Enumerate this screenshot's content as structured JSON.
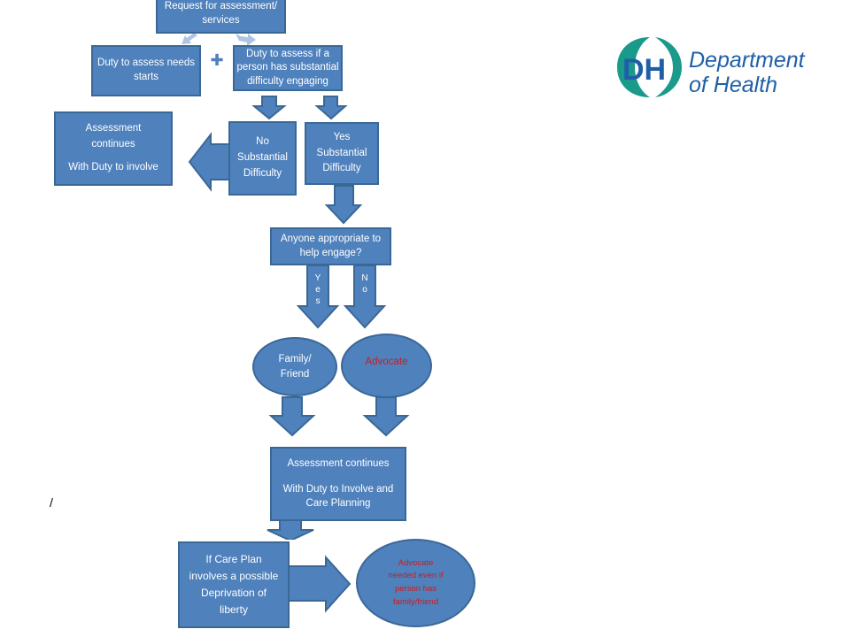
{
  "logo": {
    "initials": "DH",
    "line1": "Department",
    "line2": "of Health",
    "colors": {
      "teal": "#1a9a8a",
      "blue": "#1f5fa8"
    }
  },
  "nodes": {
    "request": {
      "line1": "Request for assessment/",
      "line2": "services"
    },
    "duty_assess_needs": {
      "line1": "Duty to assess needs",
      "line2": "starts"
    },
    "plus": "✚",
    "duty_assess_difficulty": {
      "line1": "Duty to assess if a",
      "line2": "person has substantial",
      "line3": "difficulty engaging"
    },
    "assessment_continues_top": {
      "line1": "Assessment",
      "line2": "continues",
      "line3": "With Duty to involve"
    },
    "no_substantial": {
      "line1": "No",
      "line2": "Substantial",
      "line3": "Difficulty"
    },
    "yes_substantial": {
      "line1": "Yes",
      "line2": "Substantial",
      "line3": "Difficulty"
    },
    "anyone_appropriate": {
      "line1": "Anyone appropriate to",
      "line2": "help engage?"
    },
    "family_friend": {
      "line1": "Family/",
      "line2": "Friend"
    },
    "advocate": "Advocate",
    "assessment_continues_bottom": {
      "line1": "Assessment continues",
      "line2": "With Duty to Involve and",
      "line3": "Care Planning"
    },
    "care_plan": {
      "line1": "If Care Plan",
      "line2": "involves a possible",
      "line3": "Deprivation of",
      "line4": "liberty"
    },
    "advocate_needed": {
      "line1": "Advocate",
      "line2": "needed even if",
      "line3": "person has",
      "line4": "family/friend"
    }
  },
  "arrow_labels": {
    "yes": [
      "Y",
      "e",
      "s"
    ],
    "no": [
      "N",
      "o"
    ]
  },
  "stray_mark": "/",
  "colors": {
    "box_fill": "#4f81bd",
    "box_border": "#3a6896",
    "red_text": "#d11a1a"
  }
}
